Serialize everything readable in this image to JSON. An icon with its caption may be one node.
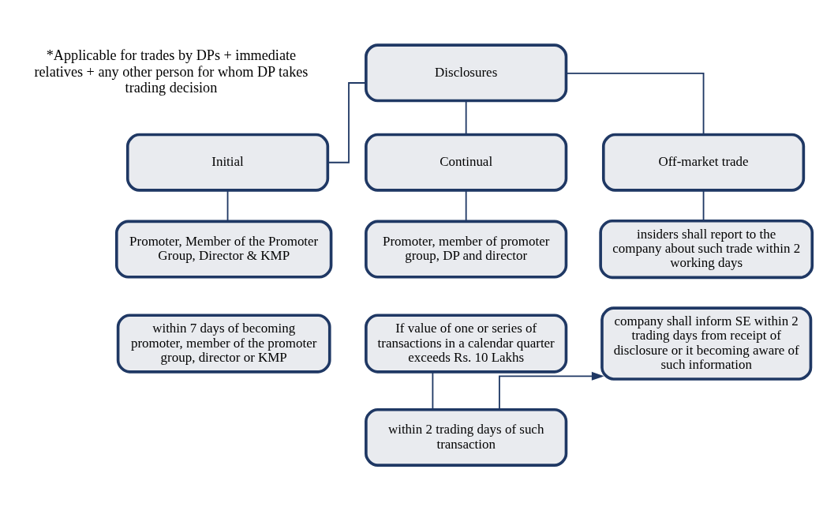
{
  "diagram": {
    "nodes": [
      {
        "text": [
          "Disclosures"
        ]
      },
      {
        "text": [
          "Initial"
        ]
      },
      {
        "text": [
          "Continual"
        ]
      },
      {
        "text": [
          "Off-market trade"
        ]
      },
      {
        "text": [
          "Promoter, Member of the Promoter Group, Director & KMP"
        ]
      },
      {
        "text": [
          "Promoter, member of promoter group, DP and director"
        ]
      },
      {
        "text": [
          "insiders shall report to the company about such trade within 2 working days"
        ]
      },
      {
        "text": [
          "within 7 days of becoming promoter, member of the promoter group, director or KMP"
        ]
      },
      {
        "text": [
          "If value of one or series of transactions in a calendar quarter exceeds Rs. 10 Lakhs"
        ]
      },
      {
        "text": [
          "company shall inform SE within 2 trading days from receipt of disclosure or it becoming aware of such information"
        ]
      },
      {
        "text": [
          "within 2 trading days of such transaction"
        ]
      }
    ],
    "edges": [
      {
        "from": 0,
        "to": 1,
        "arrow": "none"
      },
      {
        "from": 0,
        "to": 2,
        "arrow": "none"
      },
      {
        "from": 0,
        "to": 3,
        "arrow": "none"
      },
      {
        "from": 1,
        "to": 4,
        "arrow": "none"
      },
      {
        "from": 2,
        "to": 5,
        "arrow": "none"
      },
      {
        "from": 3,
        "to": 6,
        "arrow": "none"
      },
      {
        "from": 8,
        "to": 10,
        "arrow": "none"
      },
      {
        "from": 10,
        "to": 9,
        "arrow": "to"
      }
    ],
    "labels": [
      "*Applicable for trades by DPs + immediate relatives + any other person for whom DP takes trading decision"
    ]
  }
}
